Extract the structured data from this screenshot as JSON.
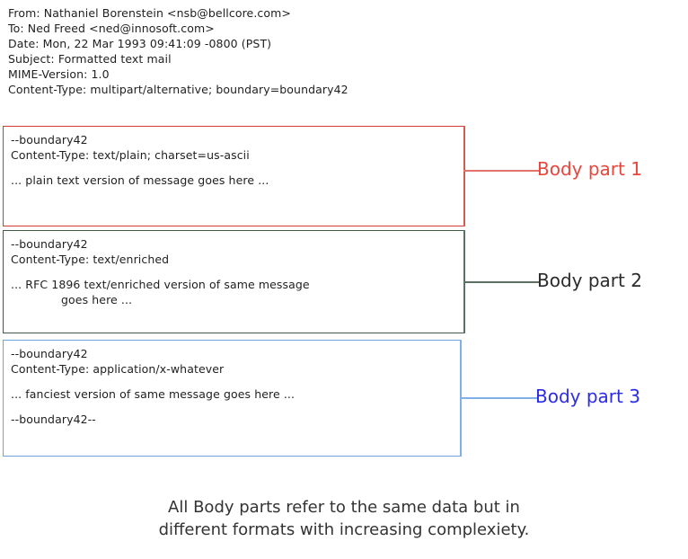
{
  "mail_headers": [
    "From: Nathaniel Borenstein <nsb@bellcore.com>",
    "To: Ned Freed <ned@innosoft.com>",
    "Date: Mon, 22 Mar 1993 09:41:09 -0800 (PST)",
    "Subject: Formatted text mail",
    "MIME-Version: 1.0",
    "Content-Type: multipart/alternative; boundary=boundary42"
  ],
  "body_parts": [
    {
      "id": "part-1",
      "border_color": "#d13b33",
      "lines": [
        {
          "text": "--boundary42",
          "indent": false
        },
        {
          "text": "Content-Type: text/plain; charset=us-ascii",
          "indent": false
        },
        {
          "text": "",
          "indent": false
        },
        {
          "text": "... plain text version of message goes here ...",
          "indent": false
        }
      ],
      "callout": {
        "label": "Body part 1",
        "label_color": "#e8453c",
        "line_color": "#e0736c"
      }
    },
    {
      "id": "part-2",
      "border_color": "#43594a",
      "lines": [
        {
          "text": "--boundary42",
          "indent": false
        },
        {
          "text": "Content-Type: text/enriched",
          "indent": false
        },
        {
          "text": "",
          "indent": false
        },
        {
          "text": "... RFC 1896 text/enriched version of same message",
          "indent": false
        },
        {
          "text": "goes here ...",
          "indent": true
        }
      ],
      "callout": {
        "label": "Body part 2",
        "label_color": "#2b2b2b",
        "line_color": "#5b7263"
      }
    },
    {
      "id": "part-3",
      "border_color": "#6fa2e0",
      "lines": [
        {
          "text": "--boundary42",
          "indent": false
        },
        {
          "text": "Content-Type: application/x-whatever",
          "indent": false
        },
        {
          "text": "",
          "indent": false
        },
        {
          "text": "... fanciest version of same message goes here ...",
          "indent": false
        },
        {
          "text": "",
          "indent": false
        },
        {
          "text": "--boundary42--",
          "indent": false
        }
      ],
      "callout": {
        "label": "Body part 3",
        "label_color": "#2b2be8",
        "line_color": "#7fb0e6"
      }
    }
  ],
  "caption": {
    "line1": "All Body parts refer to the same data but in",
    "line2": "different formats with increasing complexiety."
  }
}
